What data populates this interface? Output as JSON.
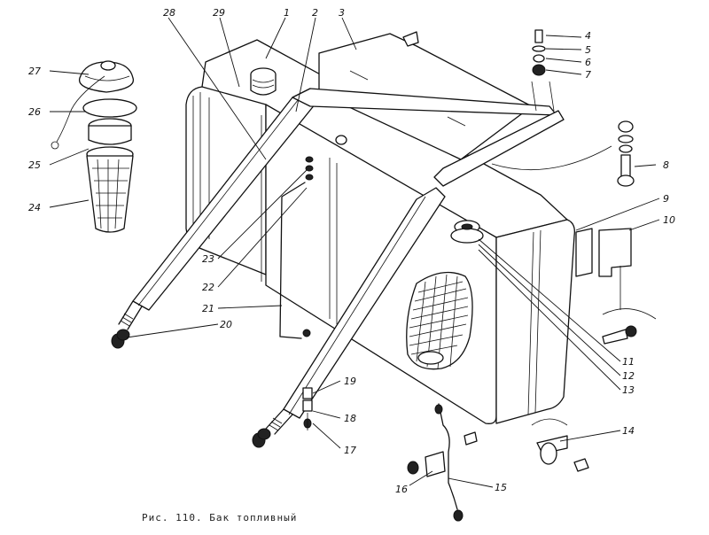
{
  "caption": "Рис. 110. Бак топливный",
  "callouts": [
    "1",
    "2",
    "3",
    "4",
    "5",
    "6",
    "7",
    "8",
    "9",
    "10",
    "11",
    "12",
    "13",
    "14",
    "15",
    "16",
    "17",
    "18",
    "19",
    "20",
    "21",
    "22",
    "23",
    "24",
    "25",
    "26",
    "27",
    "28",
    "29"
  ]
}
